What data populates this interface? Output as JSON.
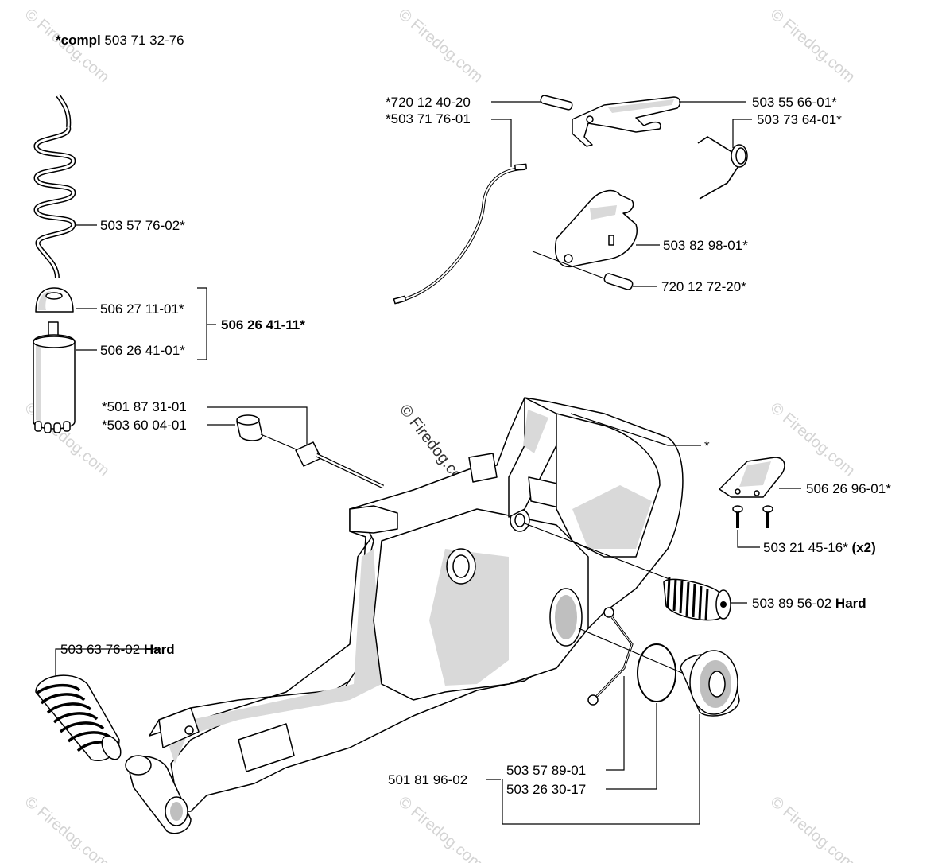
{
  "watermark": {
    "text": "© Firedog.com"
  },
  "header": {
    "compl_prefix": "*compl",
    "compl_number": " 503 71 32-76"
  },
  "labels": {
    "p720124020": "*720 12 40-20",
    "p503717601": "*503 71 76-01",
    "p503556601": "503 55 66-01*",
    "p503736401": "503 73 64-01*",
    "p503577602": "503 57 76-02*",
    "p503829801": "503 82 98-01*",
    "p720127220": "720 12 72-20*",
    "p506271101": "506 27 11-01*",
    "p506264101": "506 26 41-01*",
    "p506264111": "506 26 41-11*",
    "p501873101": "*501 87 31-01",
    "p503600401": "*503 60 04-01",
    "asterisk": "*",
    "p506269601": "506 26 96-01*",
    "p503214516": "503 21 45-16*",
    "p503214516_qty": " (x2)",
    "p503895602": "503 89 56-02 ",
    "p503895602_hard": "Hard",
    "p503637602": "503 63 76-02 ",
    "p503637602_hard": "Hard",
    "p501819602": "501 81 96-02",
    "p503578901": "503 57 89-01",
    "p503263017": "503 26 30-17"
  }
}
